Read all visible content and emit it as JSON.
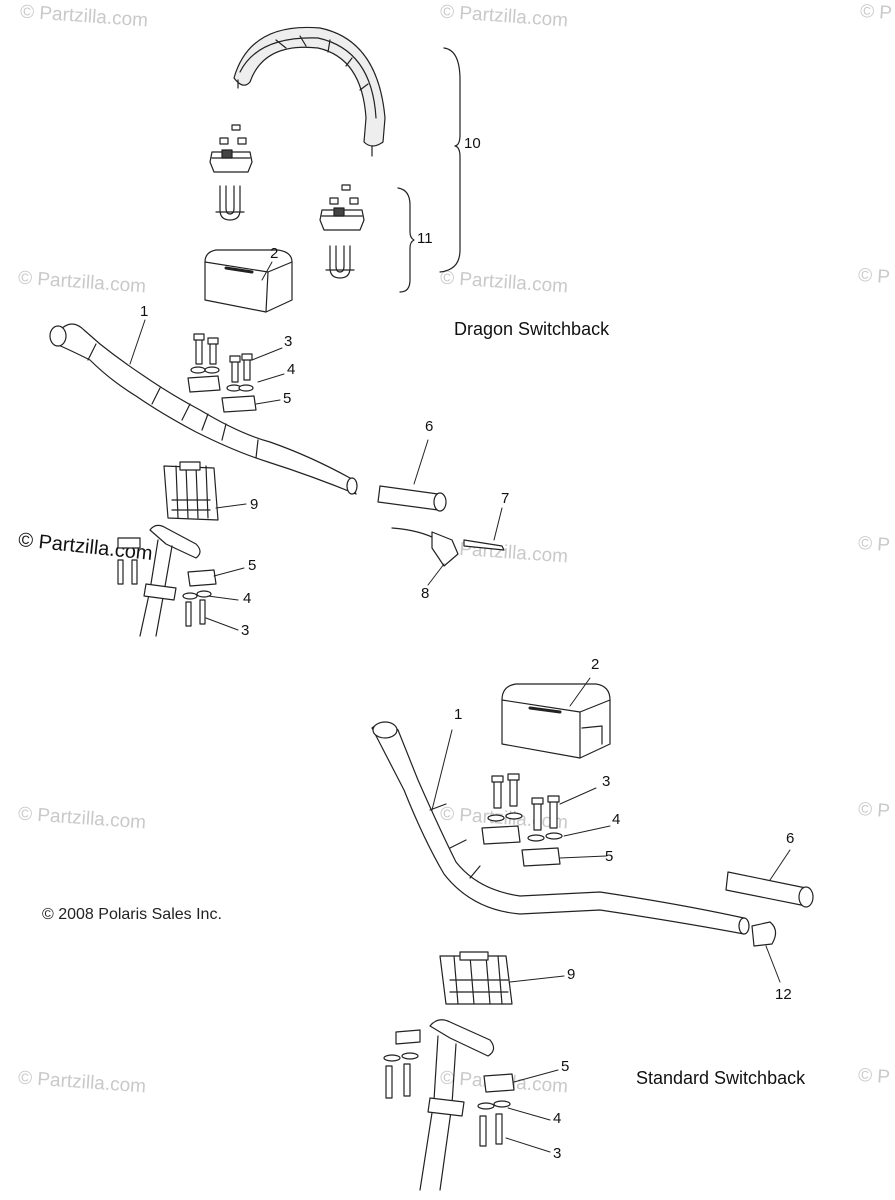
{
  "watermark": "© Partzilla.com",
  "watermark_partial": "© P",
  "titles": {
    "dragon": "Dragon Switchback",
    "standard": "Standard Switchback"
  },
  "copyright": "© 2008 Polaris Sales Inc.",
  "callouts": {
    "c1": "1",
    "c2": "2",
    "c3": "3",
    "c4": "4",
    "c5": "5",
    "c6": "6",
    "c7": "7",
    "c8": "8",
    "c9": "9",
    "c10": "10",
    "c11": "11",
    "c12": "12"
  }
}
